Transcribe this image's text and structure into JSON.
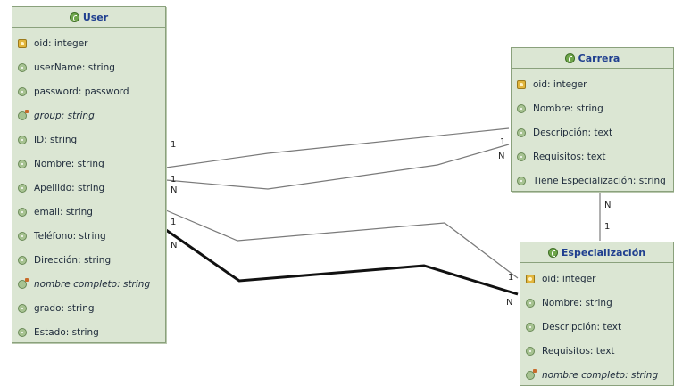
{
  "entities": {
    "user": {
      "title": "User",
      "attributes": [
        {
          "text": "oid: integer",
          "icon": "key-icon",
          "italic": false
        },
        {
          "text": "userName: string",
          "icon": "attribute-icon",
          "italic": false
        },
        {
          "text": "password: password",
          "icon": "attribute-icon",
          "italic": false
        },
        {
          "text": "group: string",
          "icon": "derived-attribute-icon",
          "italic": true
        },
        {
          "text": "ID: string",
          "icon": "attribute-icon",
          "italic": false
        },
        {
          "text": "Nombre: string",
          "icon": "attribute-icon",
          "italic": false
        },
        {
          "text": "Apellido: string",
          "icon": "attribute-icon",
          "italic": false
        },
        {
          "text": "email: string",
          "icon": "attribute-icon",
          "italic": false
        },
        {
          "text": "Teléfono: string",
          "icon": "attribute-icon",
          "italic": false
        },
        {
          "text": "Dirección: string",
          "icon": "attribute-icon",
          "italic": false
        },
        {
          "text": "nombre completo: string",
          "icon": "derived-attribute-icon",
          "italic": true
        },
        {
          "text": "grado: string",
          "icon": "attribute-icon",
          "italic": false
        },
        {
          "text": "Estado: string",
          "icon": "attribute-icon",
          "italic": false
        }
      ]
    },
    "carrera": {
      "title": "Carrera",
      "attributes": [
        {
          "text": "oid: integer",
          "icon": "key-icon",
          "italic": false
        },
        {
          "text": "Nombre: string",
          "icon": "attribute-icon",
          "italic": false
        },
        {
          "text": "Descripción: text",
          "icon": "attribute-icon",
          "italic": false
        },
        {
          "text": "Requisitos: text",
          "icon": "attribute-icon",
          "italic": false
        },
        {
          "text": "Tiene Especialización: string",
          "icon": "attribute-icon",
          "italic": false
        }
      ]
    },
    "especializacion": {
      "title": "Especialización",
      "attributes": [
        {
          "text": "oid: integer",
          "icon": "key-icon",
          "italic": false
        },
        {
          "text": "Nombre: string",
          "icon": "attribute-icon",
          "italic": false
        },
        {
          "text": "Descripción: text",
          "icon": "attribute-icon",
          "italic": false
        },
        {
          "text": "Requisitos: text",
          "icon": "attribute-icon",
          "italic": false
        },
        {
          "text": "nombre completo: string",
          "icon": "derived-attribute-icon",
          "italic": true
        }
      ]
    }
  },
  "multiplicities": {
    "user_carrera_a_user": "1",
    "user_carrera_a_carrera": "1",
    "user_carrera_b_user_1": "1",
    "user_carrera_b_user_n": "N",
    "user_carrera_b_carrera": "N",
    "user_esp_a_user": "1",
    "user_esp_b_user_n": "N",
    "user_esp_esp_1": "1",
    "user_esp_esp_n": "N",
    "carrera_esp_n": "N",
    "carrera_esp_1": "1"
  },
  "colors": {
    "entity_fill": "#dbe6d3",
    "entity_border": "#8aa17c",
    "title_text": "#1f3f8f",
    "connector": "#7a7a7a",
    "selected_connector": "#111111"
  }
}
